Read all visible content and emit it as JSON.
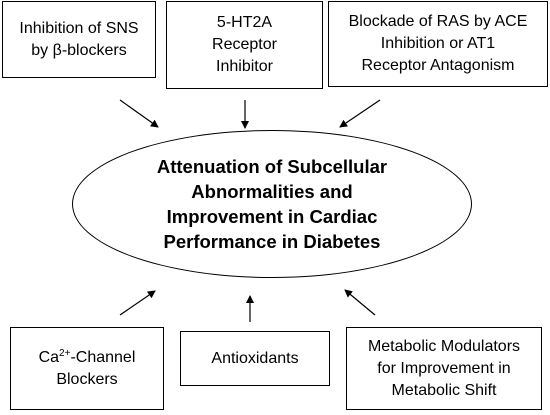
{
  "boxes": {
    "sns": {
      "lines": [
        "Inhibition of SNS",
        "by  β-blockers"
      ]
    },
    "ht2a": {
      "lines": [
        "5-HT2A",
        "Receptor",
        "Inhibitor"
      ]
    },
    "ras": {
      "lines": [
        "Blockade of RAS by ACE",
        "Inhibition or AT1",
        "Receptor Antagonism"
      ]
    },
    "ca": {
      "prefix": "Ca",
      "superscript": "2+",
      "suffix": "-Channel",
      "line2": "Blockers"
    },
    "antioxidants": {
      "label": "Antioxidants"
    },
    "metabolic": {
      "lines": [
        "Metabolic Modulators",
        "for Improvement in",
        "Metabolic Shift"
      ]
    }
  },
  "center": {
    "lines": [
      "Attenuation of Subcellular",
      "Abnormalities and",
      "Improvement in Cardiac",
      "Performance in Diabetes"
    ]
  }
}
